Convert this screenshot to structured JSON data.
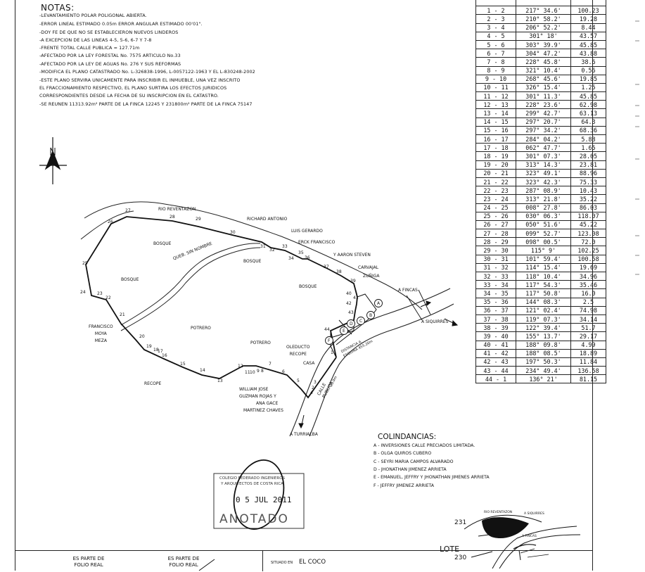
{
  "notes": {
    "title": "NOTAS:",
    "lines": [
      "-LEVANTAMIENTO POLAR POLIGONAL ABIERTA.",
      "-ERROR LINEAL   ESTIMADO  0.05m   ERROR ANGULAR ESTIMADO 00'01\".",
      "-DOY FE DE QUE NO SE ESTABLECIERON NUEVOS LINDEROS",
      "-A EXCEPCION DE LAS LINEAS 4-5, 5-6, 6-7 Y 7-8",
      "-FRENTE TOTAL   CALLE PUBLICA   = 127.71m",
      "-AFECTADO POR LA LEY FORESTAL No. 7575 ARTICULO No.33",
      "-AFECTADO POR LA LEY DE AGUAS No. 276 Y SUS REFORMAS",
      "-MODIFICA EL PLANO CATASTRADO No. L-326838-1996, L-0057122-1963 Y EL L-830248-2002",
      "-ESTE PLANO SERVIRA UNICAMENTE PARA INSCRIBIR EL INMUEBLE, UNA VEZ INSCRITO",
      " EL FRACCIONAMIENTO RESPECTIVO, EL PLANO SURTIRA LOS EFECTOS JURIDICOS",
      " CORRESPONDIENTES DESDE LA FECHA DE SU INSCRIPCION EN EL CATASTRO.",
      "-SE REUNEN 11313.92m² PARTE DE LA FINCA 12245 Y   231800m² PARTE DE LA FINCA 75147"
    ]
  },
  "bearings": [
    [
      "1 - 2",
      "217° 34.6'",
      "100.23"
    ],
    [
      "2 - 3",
      "210° 58.2'",
      "19.28"
    ],
    [
      "3 - 4",
      "206° 52.2'",
      "8.44"
    ],
    [
      "4 - 5",
      "301° 18'",
      "43.57"
    ],
    [
      "5 - 6",
      "303° 39.9'",
      "45.85"
    ],
    [
      "6 - 7",
      "304° 47.2'",
      "43.88"
    ],
    [
      "7 - 8",
      "228° 45.8'",
      "38.6"
    ],
    [
      "8 - 9",
      "321° 10.4'",
      "0.56"
    ],
    [
      "9 - 10",
      "268° 45.6'",
      "19.85"
    ],
    [
      "10 - 11",
      "326° 15.4'",
      "1.25"
    ],
    [
      "11 - 12",
      "301° 11.3'",
      "45.85"
    ],
    [
      "12 - 13",
      "228° 23.6'",
      "62.98"
    ],
    [
      "13 - 14",
      "299° 42.7'",
      "63.13"
    ],
    [
      "14 - 15",
      "297° 20.7'",
      "64.3"
    ],
    [
      "15 - 16",
      "297° 34.2'",
      "68.36"
    ],
    [
      "16 - 17",
      "284° 04.2'",
      "5.88"
    ],
    [
      "17 - 18",
      "062° 47.7'",
      "1.65"
    ],
    [
      "18 - 19",
      "301° 07.3'",
      "28.05"
    ],
    [
      "19 - 20",
      "313° 14.3'",
      "23.81"
    ],
    [
      "20 - 21",
      "323° 49.1'",
      "88.96"
    ],
    [
      "21 - 22",
      "323° 42.3'",
      "75.33"
    ],
    [
      "22 - 23",
      "287° 08.9'",
      "10.43"
    ],
    [
      "23 - 24",
      "313° 21.8'",
      "35.22"
    ],
    [
      "24 - 25",
      "008° 27.8'",
      "86.03"
    ],
    [
      "25 - 26",
      "030° 06.3'",
      "118.07"
    ],
    [
      "26 - 27",
      "050° 51.6'",
      "45.22"
    ],
    [
      "27 - 28",
      "099° 52.7'",
      "123.08"
    ],
    [
      "28 - 29",
      "098° 00.5'",
      "72.0"
    ],
    [
      "29 - 30",
      "115° 9'",
      "102.25"
    ],
    [
      "30 - 31",
      "101° 59.4'",
      "100.58"
    ],
    [
      "31 - 32",
      "114° 15.4'",
      "19.69"
    ],
    [
      "32 - 33",
      "118° 10.4'",
      "34.96"
    ],
    [
      "33 - 34",
      "117° 54.3'",
      "35.46"
    ],
    [
      "34 - 35",
      "117° 50.8'",
      "16.0"
    ],
    [
      "35 - 36",
      "144° 08.3'",
      "2.5"
    ],
    [
      "36 - 37",
      "121° 02.4'",
      "74.98"
    ],
    [
      "37 - 38",
      "119° 07.3'",
      "34.14"
    ],
    [
      "38 - 39",
      "122° 39.4'",
      "51.7"
    ],
    [
      "39 - 40",
      "155° 13.7'",
      "29.17"
    ],
    [
      "40 - 41",
      "188° 09.8'",
      "4.99"
    ],
    [
      "41 - 42",
      "188° 08.5'",
      "18.89"
    ],
    [
      "42 - 43",
      "197° 50.3'",
      "11.84"
    ],
    [
      "43 - 44",
      "234° 49.4'",
      "136.58"
    ],
    [
      "44 - 1",
      "136° 21'",
      "81.15"
    ]
  ],
  "map": {
    "river": "RIO REVENTAZON",
    "quebrada": "QUEB. SIN NOMBRE",
    "owners": [
      "RICHARD ANTONIO",
      "LUIS GERARDO",
      "ERCK FRANCISCO",
      "Y AARON STEVEN",
      "CARVAJAL",
      "ZUÑIGA"
    ],
    "west_owner": [
      "FRANCISCO",
      "MOYA",
      "MEZA"
    ],
    "south_owner": [
      "WILLIAM JOSE",
      "GUZMAN ROJAS Y",
      "ANA GACE",
      "MARTINEZ CHAVES"
    ],
    "bosque": "BOSQUE",
    "potrero": "POTRERO",
    "recope": "RECOPE",
    "oleoducto": [
      "OLEDUCTO",
      "RECOPE"
    ],
    "casa": "CASA",
    "calle": [
      "CALLE",
      "PUBLICA"
    ],
    "to_fincas": "A FINCAS",
    "to_siquirres": "A SIQUIRRES",
    "to_turrialba": "A TURRIALBA",
    "distancia": [
      "DISTANCIA A",
      "ESQUINA 455.20m"
    ],
    "ancho": "20.0m",
    "points": [
      "1",
      "2",
      "3",
      "4",
      "5",
      "6",
      "7",
      "8",
      "9",
      "10",
      "11",
      "12",
      "13",
      "14",
      "15",
      "16",
      "17",
      "18",
      "19",
      "20",
      "21",
      "22",
      "23",
      "24",
      "25",
      "26",
      "27",
      "28",
      "29",
      "30",
      "31",
      "32",
      "33",
      "34",
      "35",
      "36",
      "37",
      "38",
      "39",
      "40",
      "41",
      "42",
      "43",
      "44"
    ],
    "parcel_letters": [
      "A",
      "B",
      "C",
      "D",
      "E",
      "F"
    ]
  },
  "colindancias": {
    "title": "COLINDANCIAS:",
    "items": [
      "A  -  INVERSIONES CALLE PRECIADOS LIMITADA.",
      "B  -  OLGA QUIROS CUBERO",
      "C  -  SEYRI MARIA CAMPOS ALVARADO",
      "D  -  JHONATHAN JIMENEZ ARRIETA",
      "E  -  EMANUEL, JEFFRY Y JHONATHAN JIMENES ARRIETA",
      "F  -  JEFFRY JIMENEZ ARRIETA"
    ]
  },
  "stamp": {
    "org": [
      "COLEGIO FEDERADO INGENIEROS",
      "Y ARQUITECTOS DE COSTA RICA"
    ],
    "date": "0 5  JUL  2011",
    "word": "ANOTADO"
  },
  "location_map": {
    "lote": "LOTE",
    "n231": "231",
    "n230": "230",
    "rio": "RIO REVENTAZON",
    "siquirres": "A SIQUIRRES",
    "fincas": "A FINCAS"
  },
  "bottom": {
    "cell1": [
      "ES PARTE DE",
      "FOLIO REAL"
    ],
    "cell2": [
      "ES PARTE DE",
      "FOLIO REAL"
    ],
    "situado": "SITUADO EN",
    "place": "EL COCO"
  }
}
